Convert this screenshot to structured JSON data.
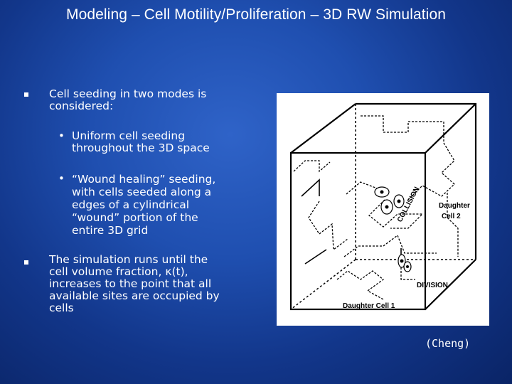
{
  "title": "Modeling – Cell Motility/Proliferation – 3D RW Simulation",
  "bullets": [
    {
      "lines": [
        "Cell seeding in two modes is",
        "considered:"
      ],
      "sub": [
        {
          "lines": [
            "Uniform cell seeding",
            "throughout the 3D space"
          ]
        },
        {
          "lines": [
            "“Wound healing” seeding,",
            "with cells seeded along a",
            "edges of a cylindrical",
            "“wound” portion of the",
            "entire 3D grid"
          ]
        }
      ]
    },
    {
      "lines": [
        "The simulation runs until the",
        "cell volume fraction, κ(t),",
        "increases to the point that all",
        "available sites are occupied by",
        "cells"
      ]
    }
  ],
  "figure": {
    "labels": {
      "collision": "COLLISION",
      "daughter2_line1": "Daughter",
      "daughter2_line2": "Cell 2",
      "division": "DIVISION",
      "daughter1": "Daughter Cell 1"
    }
  },
  "credit": "(Cheng)"
}
